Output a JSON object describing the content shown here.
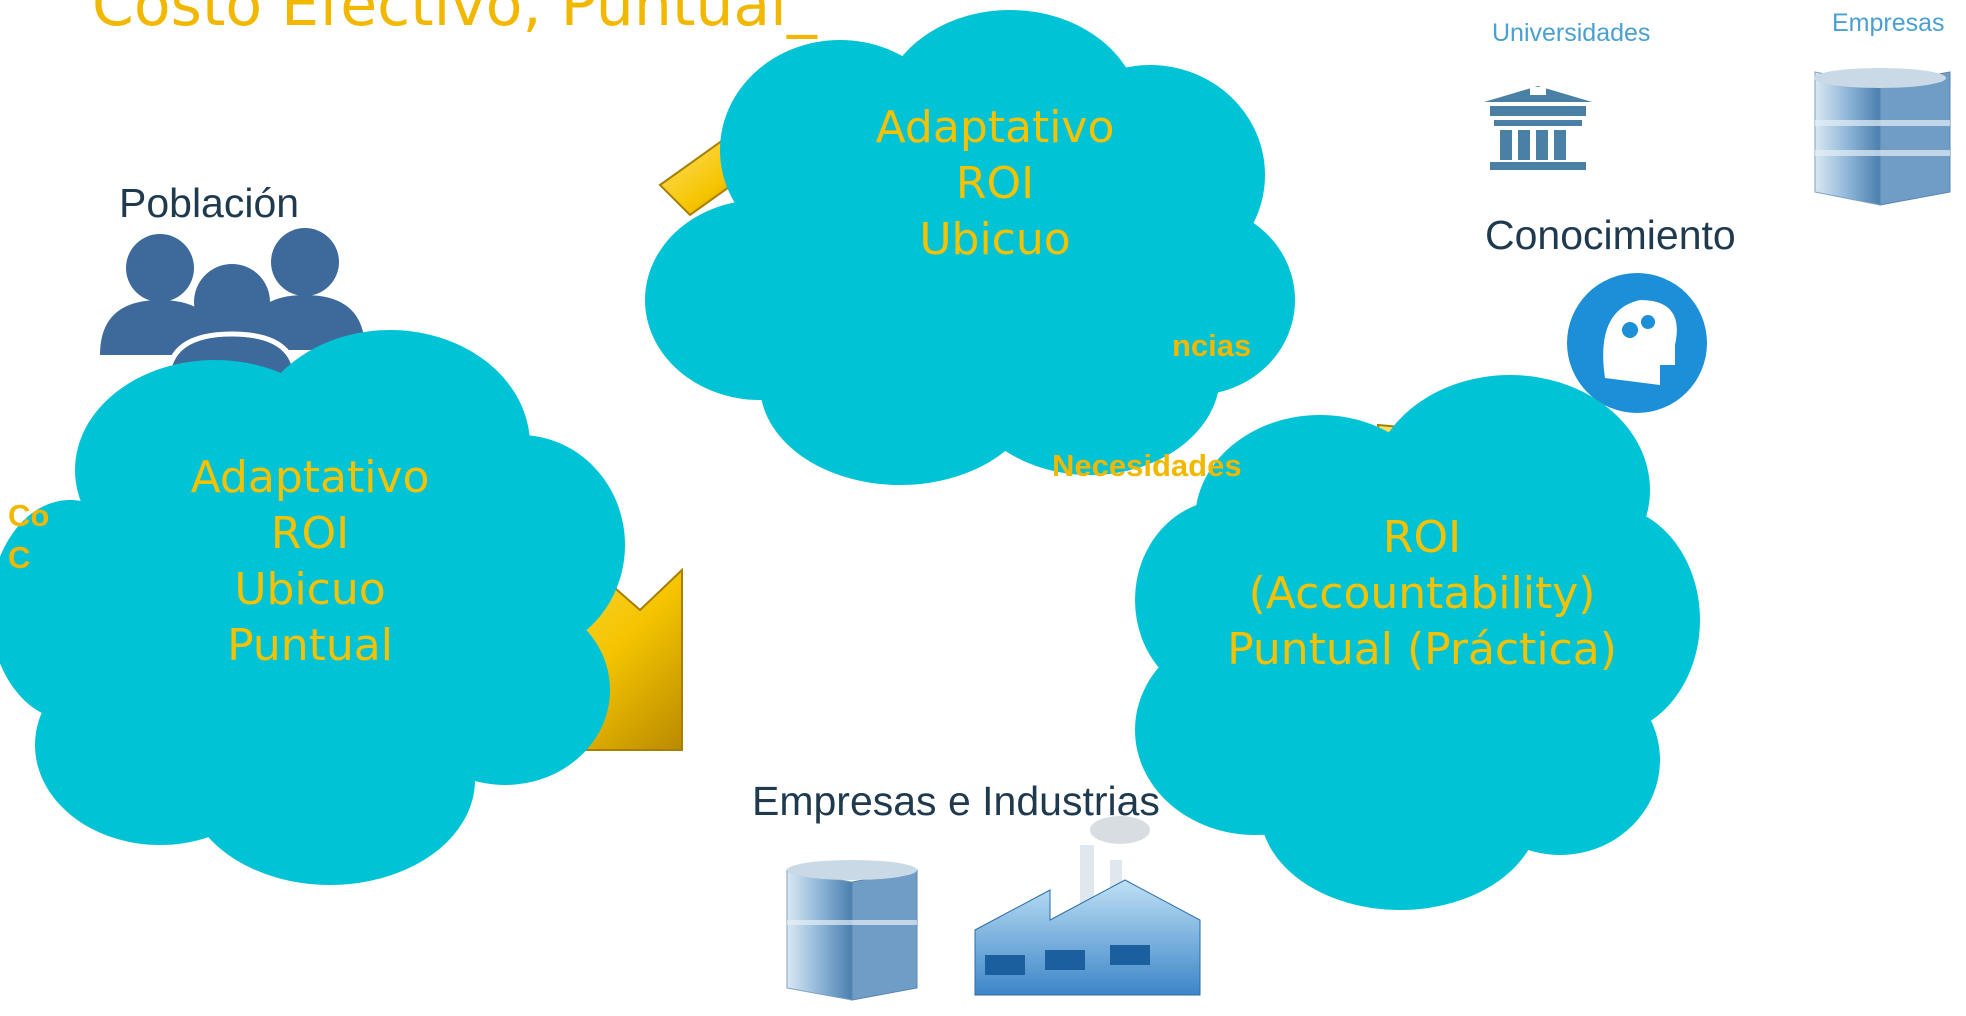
{
  "title": "Costo Efectivo, Puntual_",
  "nodes": {
    "poblacion": "Población",
    "universidades": "Universidades",
    "empresas_top": "Empresas",
    "conocimiento": "Conocimiento",
    "empresas_industrias": "Empresas e Industrias"
  },
  "partial_labels": {
    "competencias": "ncias",
    "necesidades": "Necesidades",
    "left_hidden_1": "Co",
    "left_hidden_2": "C"
  },
  "clouds": {
    "top": {
      "line1": "Adaptativo",
      "line2": "ROI",
      "line3": "Ubicuo"
    },
    "left": {
      "line1": "Adaptativo",
      "line2": "ROI",
      "line3": "Ubicuo",
      "line4": "Puntual"
    },
    "right": {
      "line1": "ROI",
      "line2": "(Accountability)",
      "line3": "Puntual (Práctica)"
    }
  },
  "colors": {
    "cloud": "#00c3d6",
    "gold_text": "#f2b800",
    "arrow": "#f5c400",
    "dark_text": "#1f3a4f",
    "blue_text": "#4aa0d2"
  }
}
